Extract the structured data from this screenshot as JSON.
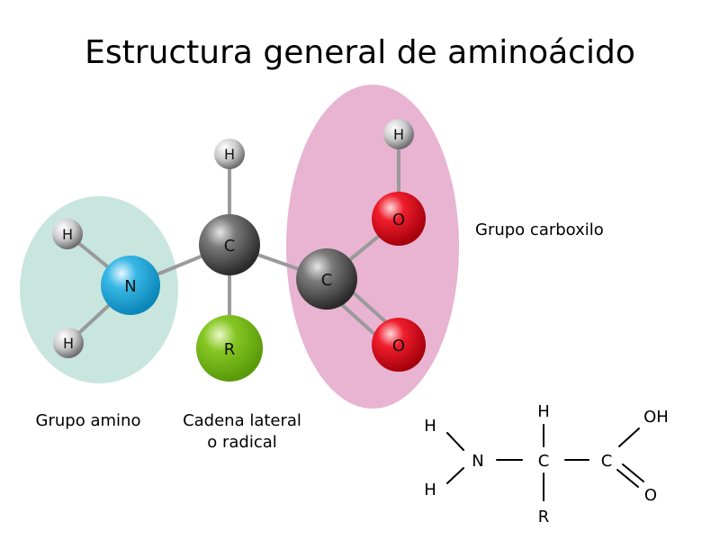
{
  "title": "Estructura general de aminoácido",
  "groups": {
    "amino": "Grupo amino",
    "side_chain_line1": "Cadena lateral",
    "side_chain_line2": "o radical",
    "carboxyl": "Grupo carboxilo"
  },
  "atoms": {
    "h_top": "H",
    "c_alpha": "C",
    "h_amino_top": "H",
    "n": "N",
    "h_amino_bottom": "H",
    "r": "R",
    "c_carboxyl": "C",
    "o_hydroxyl": "O",
    "h_hydroxyl": "H",
    "o_double": "O"
  },
  "formula": {
    "h_upper_left": "H",
    "h_lower_left": "H",
    "n": "N",
    "c_center": "C",
    "h_top": "H",
    "r_bottom": "R",
    "c_right": "C",
    "oh": "OH",
    "o": "O"
  },
  "colors": {
    "amino_region": "#c8e6de",
    "carboxyl_region": "#e8b4d2",
    "nitrogen": "#1aa3d6",
    "carbon": "#555555",
    "oxygen": "#e0101e",
    "side_chain": "#7dc01a",
    "hydrogen": "#bdbdbd"
  }
}
